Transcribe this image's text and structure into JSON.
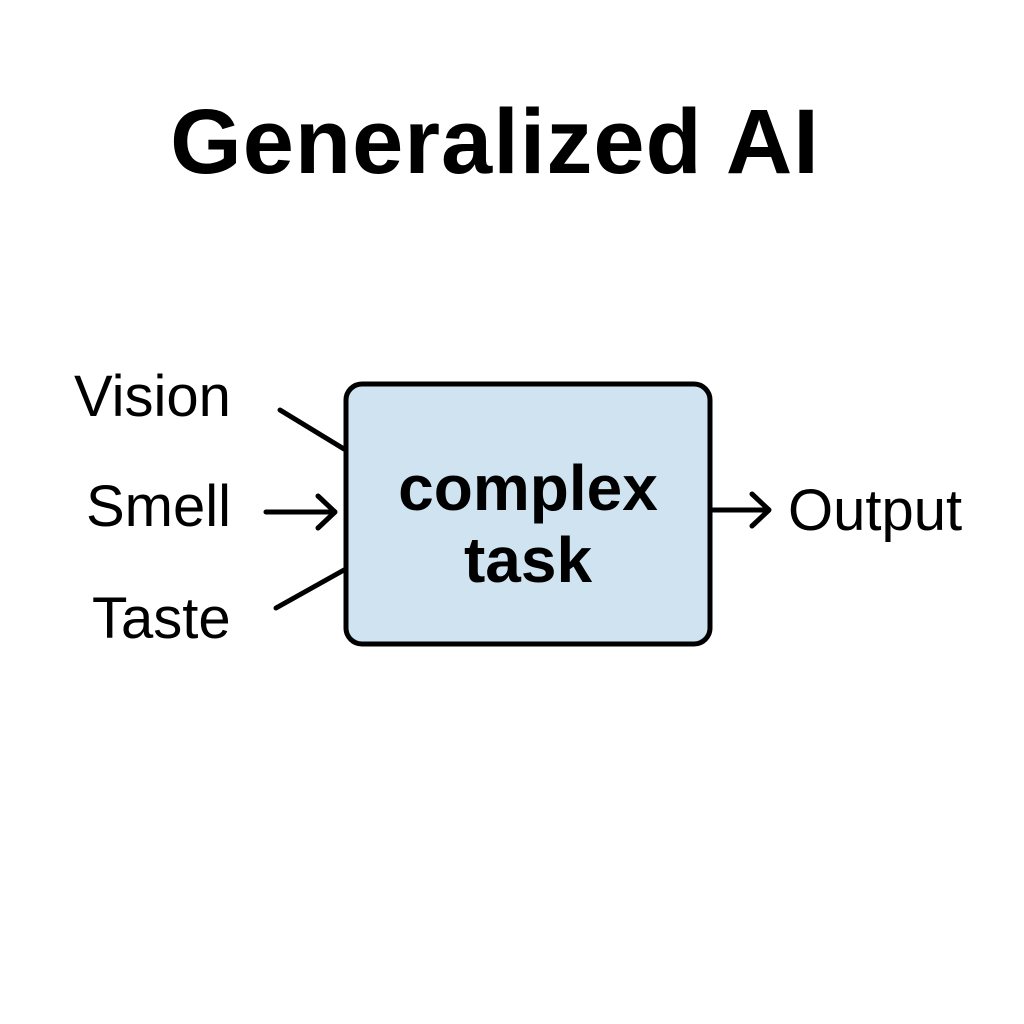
{
  "title": "Generalized AI",
  "inputs": {
    "vision": "Vision",
    "smell": "Smell",
    "taste": "Taste"
  },
  "process": {
    "line1": "complex",
    "line2": "task",
    "fill_color": "#cfe4f0",
    "stroke_color": "#000000"
  },
  "output": "Output",
  "arrows": {
    "smell_to_task": "→",
    "task_to_output": "→"
  }
}
